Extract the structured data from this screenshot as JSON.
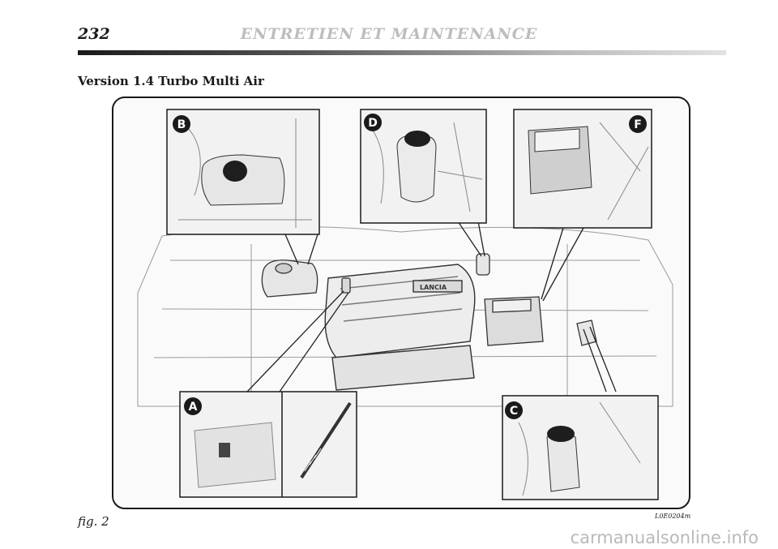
{
  "header": {
    "page_number": "232",
    "running_title": "ENTRETIEN ET MAINTENANCE"
  },
  "section": {
    "heading": "Version 1.4 Turbo Multi Air"
  },
  "figure": {
    "callouts": {
      "a": "A",
      "b": "B",
      "c": "C",
      "d": "D",
      "f": "F"
    },
    "engine_badge": "LANCIA",
    "caption": "fig. 2",
    "image_code": "L0E0204m"
  },
  "watermark": "carmanualsonline.info"
}
